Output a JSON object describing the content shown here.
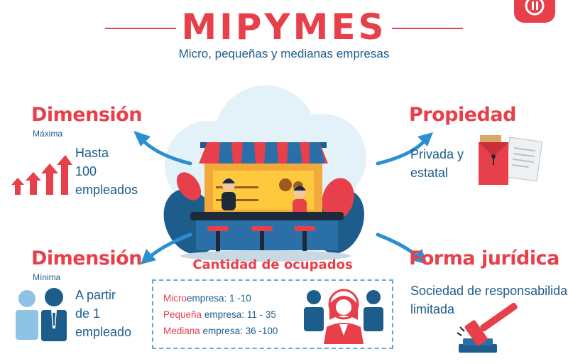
{
  "title": "MIPYMES",
  "subtitle": "Micro, pequeñas y medianas empresas",
  "dimension_max": {
    "heading": "Dimensión",
    "sub": "Máxima",
    "text_lines": [
      "Hasta",
      "100",
      "empleados"
    ]
  },
  "property": {
    "heading": "Propiedad",
    "text_lines": [
      "Privada y",
      "estatal"
    ]
  },
  "dimension_min": {
    "heading": "Dimensión",
    "sub": "Mínima",
    "text_lines": [
      "A partir",
      "de 1",
      "empleado"
    ]
  },
  "legal_form": {
    "heading": "Forma jurídica",
    "text_lines": [
      "Sociedad de responsabilidad",
      "limitada"
    ]
  },
  "employed": {
    "heading": "Cantidad de ocupados",
    "rows": [
      {
        "prefix": "Micro",
        "suffix": "empresa:  1 -10"
      },
      {
        "prefix": "Pequeña",
        "suffix": " empresa: 11 - 35"
      },
      {
        "prefix": "Mediana",
        "suffix": " empresa:  36 -100"
      }
    ]
  },
  "colors": {
    "red": "#e8404a",
    "navy": "#1c5d8c",
    "light_blue": "#5da9d8",
    "cloud": "#e3f1f8"
  }
}
